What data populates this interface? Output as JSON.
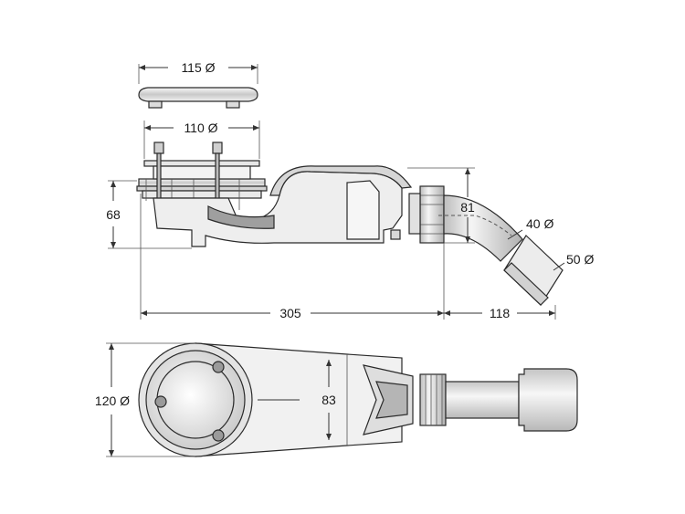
{
  "dimensions": {
    "cover_diameter": "115 Ø",
    "body_diameter": "110 Ø",
    "height": "68",
    "outlet_height": "81",
    "outlet_inner": "40 Ø",
    "outlet_outer": "50 Ø",
    "length": "305",
    "outlet_length": "118",
    "top_view_diameter": "120 Ø",
    "top_view_width": "83"
  },
  "colors": {
    "outline": "#2a2a2a",
    "fill_light": "#f2f2f2",
    "fill_mid": "#d9d9d9",
    "fill_dark": "#9a9a9a"
  }
}
